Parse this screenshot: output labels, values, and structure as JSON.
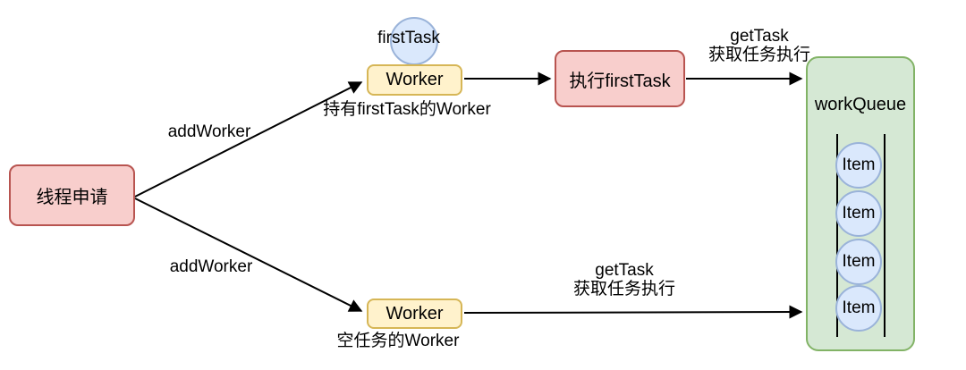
{
  "diagram": {
    "title": "thread-pool-worker-flow",
    "colors": {
      "pink_fill": "#f8cecc",
      "pink_stroke": "#b85450",
      "yellow_fill": "#fff2cc",
      "yellow_stroke": "#d6b656",
      "blue_fill": "#dae8fc",
      "blue_stroke": "#9ab3d9",
      "green_fill": "#d5e8d4",
      "green_stroke": "#82b366",
      "arrow": "#000000"
    },
    "nodes": {
      "thread_request": {
        "label": "线程申请"
      },
      "first_task": {
        "label": "firstTask"
      },
      "worker_top": {
        "label": "Worker",
        "caption": "持有firstTask的Worker"
      },
      "worker_bottom": {
        "label": "Worker",
        "caption": "空任务的Worker"
      },
      "execute_first_task": {
        "label": "执行firstTask"
      },
      "work_queue": {
        "label": "workQueue",
        "items": [
          "Item",
          "Item",
          "Item",
          "Item"
        ]
      }
    },
    "edges": {
      "add_worker_top": {
        "label": "addWorker"
      },
      "add_worker_bottom": {
        "label": "addWorker"
      },
      "get_task_top": {
        "line1": "getTask",
        "line2": "获取任务执行"
      },
      "get_task_bottom": {
        "line1": "getTask",
        "line2": "获取任务执行"
      }
    }
  }
}
